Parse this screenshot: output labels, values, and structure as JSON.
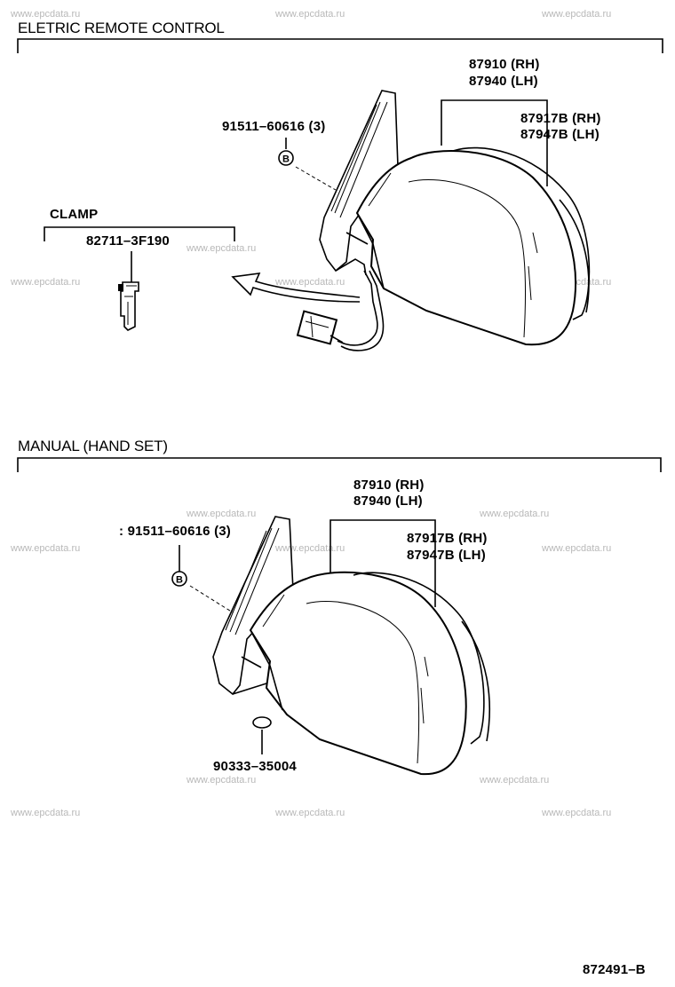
{
  "watermark": "www.epcdata.ru",
  "sections": {
    "electric": {
      "title": "ELETRIC REMOTE CONTROL",
      "screw": "91511–60616 (3)",
      "screw_marker": "B",
      "mirror_assy_rh": "87910 (RH)",
      "mirror_assy_lh": "87940 (LH)",
      "outer_rh": "87917B (RH)",
      "outer_lh": "87947B (LH)",
      "clamp_label": "CLAMP",
      "clamp_part": "82711–3F190"
    },
    "manual": {
      "title": "MANUAL (HAND SET)",
      "screw": ": 91511–60616 (3)",
      "screw_marker": "B",
      "mirror_assy_rh": "87910 (RH)",
      "mirror_assy_lh": "87940 (LH)",
      "outer_rh": "87917B (RH)",
      "outer_lh": "87947B (LH)",
      "grommet_part": "90333–35004"
    }
  },
  "figure_code": "872491–B"
}
